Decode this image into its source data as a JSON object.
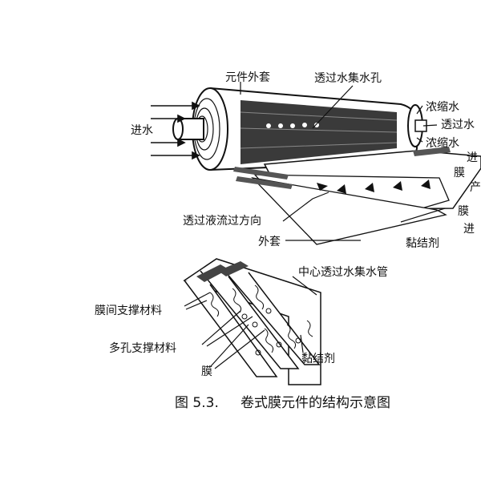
{
  "labels": {
    "housing": "元件外套",
    "permeate_hole": "透过水集水孔",
    "feed_in": "进水",
    "concentrate_1": "浓缩水",
    "permeate_out": "透过水",
    "concentrate_2": "浓缩水",
    "feed_cut": "进",
    "membrane_top": "膜",
    "product_cut": "产",
    "permeate_flow_dir": "透过液流过方向",
    "membrane_right": "膜",
    "feed_cut_2": "进",
    "outer_sleeve": "外套",
    "adhesive_top": "黏结剂",
    "center_tube": "中心透过水集水管",
    "spacer": "膜间支撑材料",
    "porous_support": "多孔支撑材料",
    "membrane_bottom": "膜",
    "adhesive_bottom": "黏结剂"
  },
  "caption": {
    "number": "图 5.3.",
    "title": "卷式膜元件的结构示意图"
  },
  "colors": {
    "ink": "#111111",
    "paper": "#ffffff"
  }
}
